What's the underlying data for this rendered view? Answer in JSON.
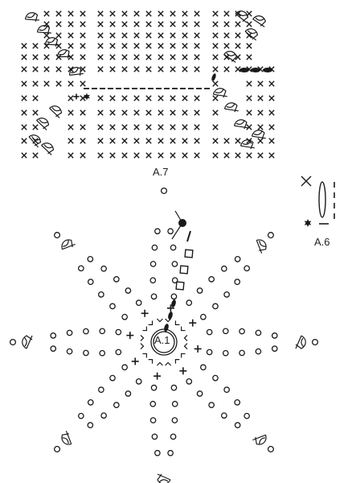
{
  "labels": {
    "a7": "A.7",
    "a6": "A.6",
    "a1": "A.1"
  },
  "symbols": {
    "x": "single-crochet",
    "o": "chain",
    "square": "treble",
    "oval": "slip-stitch-oval",
    "star": "start-marker",
    "picot": "picot"
  },
  "colors": {
    "ink": "#1a1a1a",
    "background": "#ffffff"
  }
}
